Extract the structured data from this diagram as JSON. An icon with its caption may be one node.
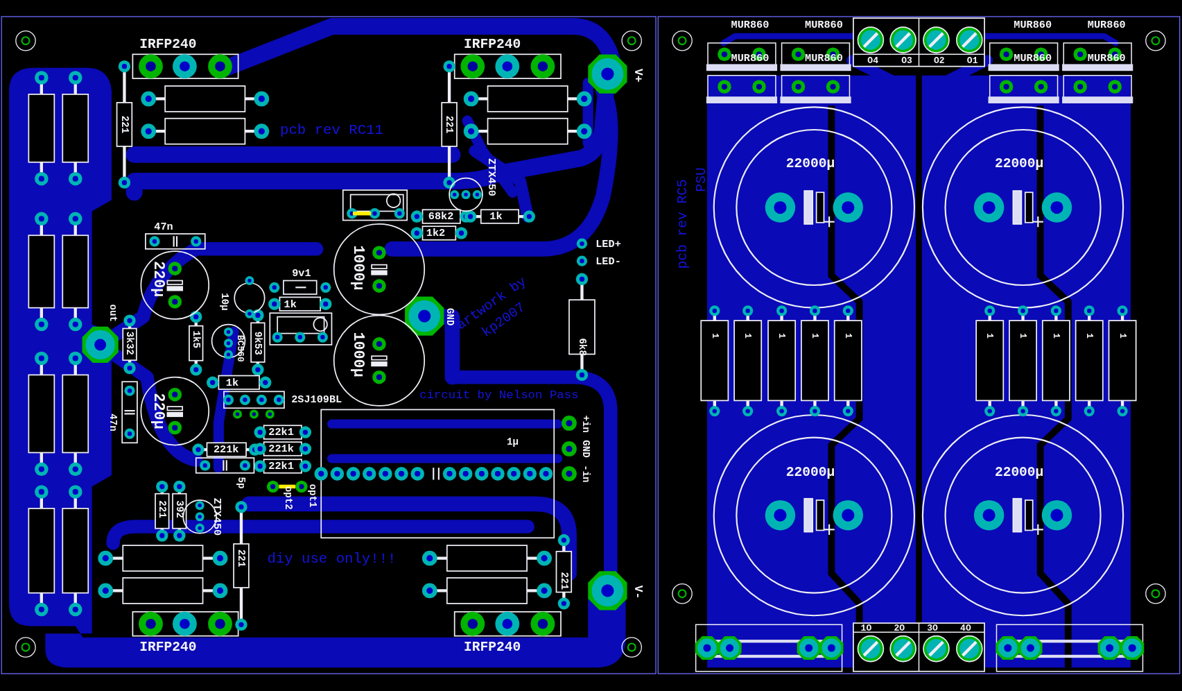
{
  "diagram": {
    "labels": [
      "IRFP240",
      "IRFP240",
      "V+",
      "221",
      "pcb rev RC11",
      "221",
      "ZTX450",
      "68k2",
      "1k",
      "47n",
      "1k2",
      "LED+",
      "LED-",
      "220µ",
      "9v1",
      "1000µ",
      "10µ",
      "1k",
      "artwork by",
      "out",
      "GND",
      "kp2007",
      "3k32",
      "1k5",
      "BC560",
      "9k53",
      "1000µ",
      "6k8",
      "1k",
      "2SJ109BL",
      "circuit by Nelson Pass",
      "47n",
      "220µ",
      "22k1",
      "+in",
      "221k",
      "221k",
      "1µ",
      "GND",
      "22k1",
      "-in",
      "5p",
      "opt2",
      "opt1",
      "221",
      "392",
      "ZTX450",
      "221",
      "diy use only!!!",
      "221",
      "V-",
      "IRFP240",
      "IRFP240",
      "MUR860",
      "MUR860",
      "MUR860",
      "MUR860",
      "MUR860",
      "MUR860",
      "O4",
      "O3",
      "O2",
      "O1",
      "MUR860",
      "MUR860",
      "pcb rev RC5",
      "PSU",
      "22000µ",
      "22000µ",
      "1",
      "1",
      "1",
      "1",
      "1",
      "1",
      "1",
      "1",
      "1",
      "1",
      "22000µ",
      "22000µ",
      "1O",
      "2O",
      "3O",
      "4O"
    ]
  }
}
